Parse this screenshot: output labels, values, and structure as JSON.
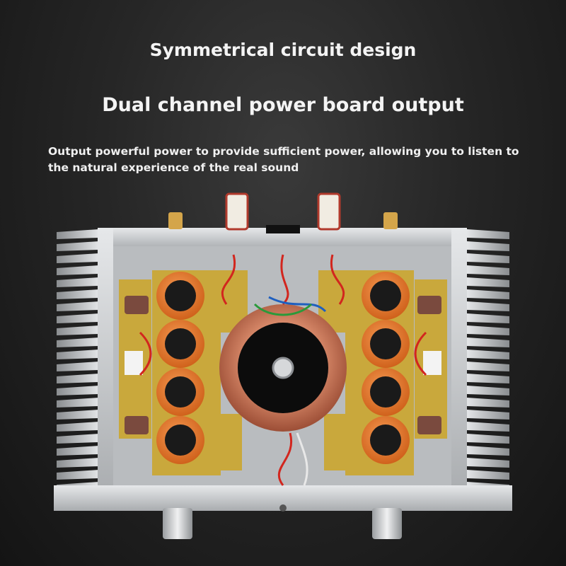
{
  "headline_primary": "Symmetrical circuit design",
  "headline_secondary": "Dual channel power board output",
  "description": "Output powerful power to provide sufficient power, allowing you to listen to the natural experience of the real sound",
  "colors": {
    "background": "#1e1e1e",
    "text": "#f4f4f4",
    "chassis": "#c8cacc",
    "capacitor": "#e8782a",
    "pcb": "#c9a83c",
    "transformer_copper": "#c26a4e"
  },
  "product": {
    "type": "stereo-amplifier-chassis",
    "left_capacitor_count": 4,
    "right_capacitor_count": 4,
    "front_knob_count": 2
  }
}
